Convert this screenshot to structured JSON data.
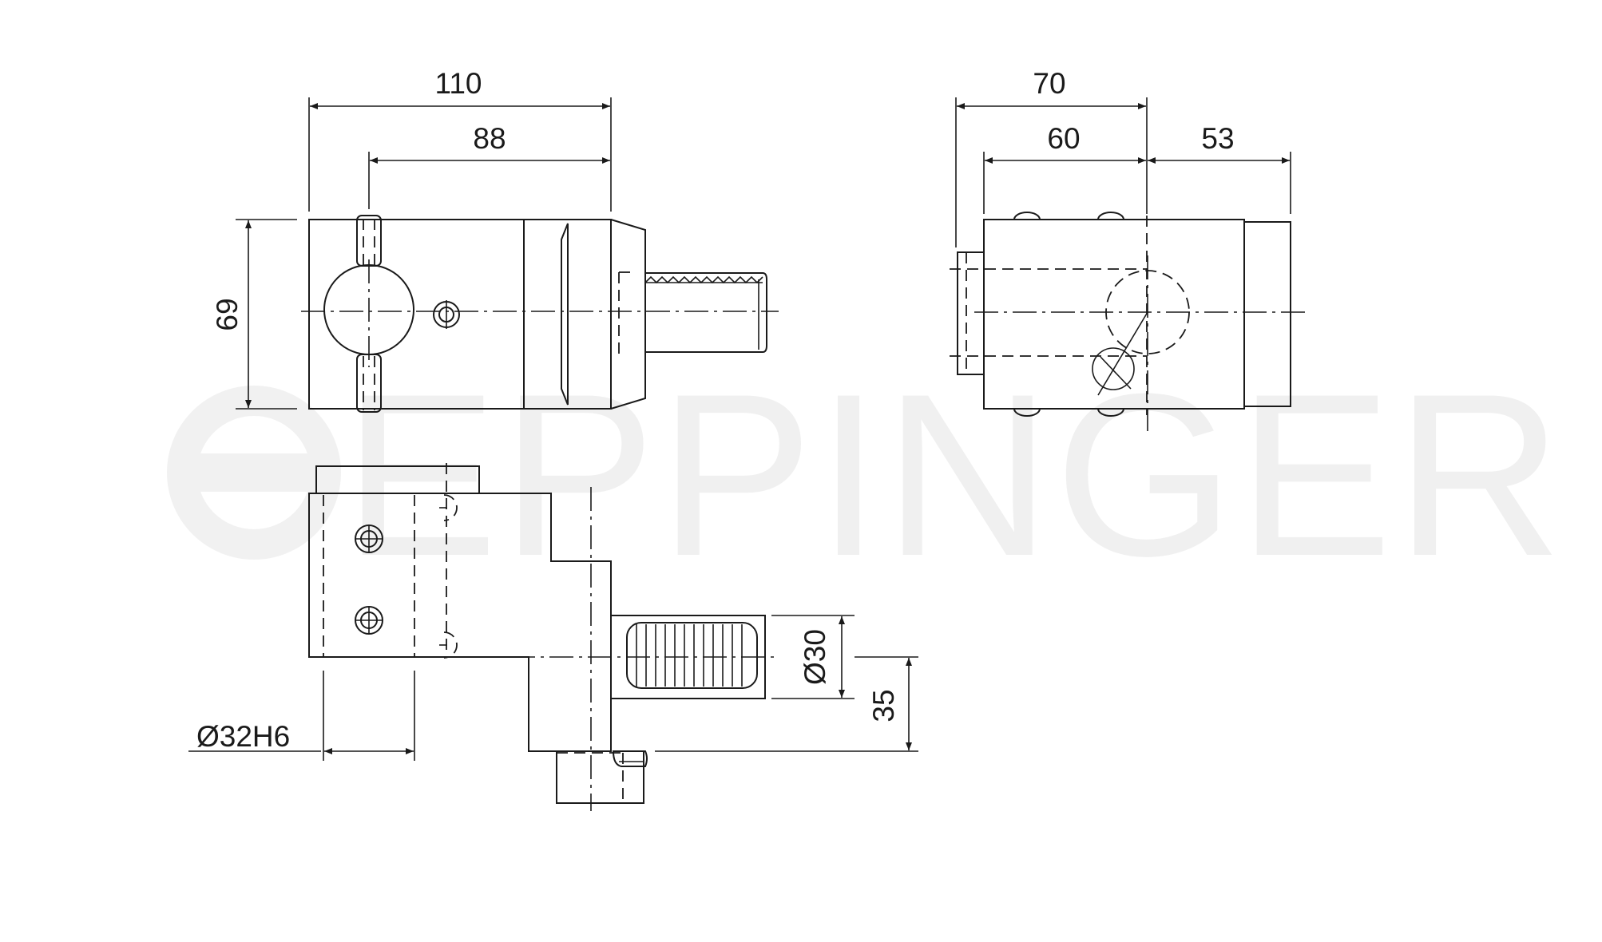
{
  "watermark": {
    "text": "EPPINGER",
    "color": "#f0f0f0"
  },
  "dimensions": {
    "overall_length": "110",
    "shank_offset": "88",
    "body_height": "69",
    "side_width": "70",
    "side_body": "60",
    "side_depth": "53",
    "shank_diameter": "Ø30",
    "center_height": "35",
    "tool_bore": "Ø32H6"
  },
  "colors": {
    "line": "#1a1a1a",
    "background": "#ffffff"
  }
}
